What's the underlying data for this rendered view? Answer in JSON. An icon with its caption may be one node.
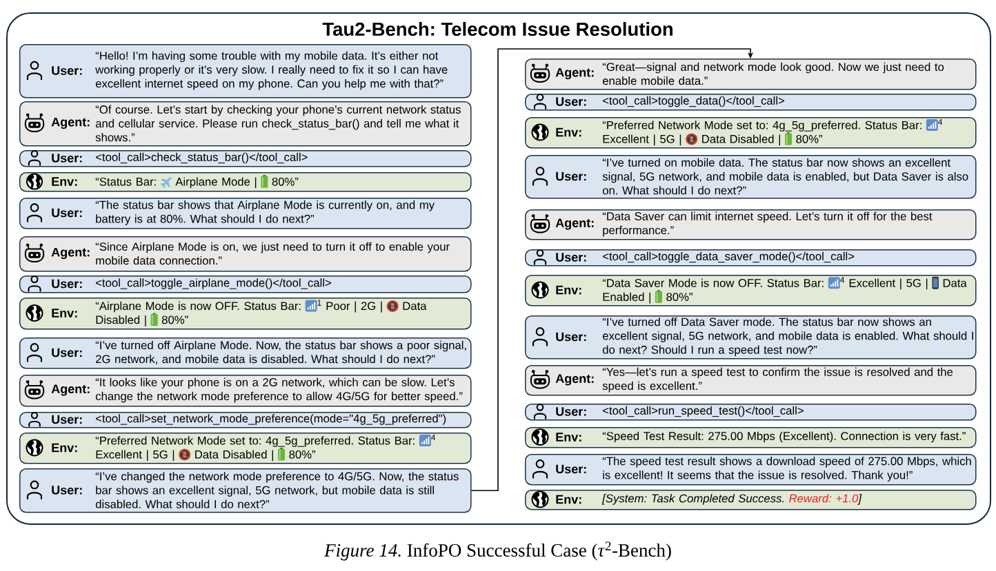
{
  "diagram": {
    "caption": "*Figure 14.* InfoPO Successful Case (*τ*$^{2}$-Bench)",
    "nodes": [
      {
        "text": [
          "Tau2-Bench: Telecom Issue Resolution"
        ]
      },
      {
        "text": [
          "User:",
          "“Hello! I’m having some trouble with my mobile data. It’s either not working properly or it’s very slow. I really need to fix it so I can have excellent internet speed on my phone. Can you help me with that?”"
        ],
        "in": 0
      },
      {
        "text": [
          "Agent:",
          "“Of course. Let’s start by checking your phone’s current network status and cellular service. Please run check_status_bar() and tell me what it shows.”"
        ],
        "in": 0
      },
      {
        "text": [
          "User:",
          "<tool_call>check_status_bar()</tool_call>"
        ],
        "in": 0
      },
      {
        "text": [
          "Env:",
          "“Status Bar:",
          "Airplane Mode |",
          "80%”"
        ],
        "in": 0
      },
      {
        "text": [
          "User:",
          "“The status bar shows that Airplane Mode is currently on, and my battery is at 80%. What should I do next?”"
        ],
        "in": 0
      },
      {
        "text": [
          "Agent:",
          "“Since Airplane Mode is on, we just need to turn it off to enable your mobile data connection.”"
        ],
        "in": 0
      },
      {
        "text": [
          "User:",
          "<tool_call>toggle_airplane_mode()</tool_call>"
        ],
        "in": 0
      },
      {
        "text": [
          "Env:",
          "“Airplane Mode is now OFF. Status Bar:",
          "$^{1}$ Poor | 2G |",
          "Data Disabled |",
          "80%”"
        ],
        "in": 0
      },
      {
        "text": [
          "User:",
          "“I’ve turned off Airplane Mode. Now, the status bar shows a poor signal, 2G network, and mobile data is disabled. What should I do next?”"
        ],
        "in": 0
      },
      {
        "text": [
          "Agent:",
          "“It looks like your phone is on a 2G network, which can be slow. Let’s change the network mode preference to allow 4G/5G for better speed.”"
        ],
        "in": 0
      },
      {
        "text": [
          "User:",
          "<tool_call>set_network_mode_preference(mode=\"4g_5g_preferred\")"
        ],
        "in": 0
      },
      {
        "text": [
          "Env:",
          "“Preferred Network Mode set to: 4g_5g_preferred. Status Bar:",
          "$^{4}$ Excellent | 5G |",
          "Data Disabled |",
          "80%”"
        ],
        "in": 0
      },
      {
        "text": [
          "User:",
          "“I’ve changed the network mode preference to 4G/5G. Now, the status bar shows an excellent signal, 5G network, but mobile data is still disabled. What should I do next?”"
        ],
        "in": 0
      },
      {
        "text": [
          "Agent:",
          "“Great—signal and network mode look good. Now we just need to enable mobile data.”"
        ],
        "in": 0
      },
      {
        "text": [
          "User:",
          "<tool_call>toggle_data()</tool_call>"
        ],
        "in": 0
      },
      {
        "text": [
          "Env:",
          "“Preferred Network Mode set to: 4g_5g_preferred. Status Bar:",
          "$^{4}$ Excellent | 5G |",
          "Data Disabled |",
          "80%”"
        ],
        "in": 0
      },
      {
        "text": [
          "User:",
          "“I’ve turned on mobile data. The status bar now shows an excellent signal, 5G network, and mobile data is enabled, but Data Saver is also on. What should I do next?”"
        ],
        "in": 0
      },
      {
        "text": [
          "Agent:",
          "“Data Saver can limit internet speed. Let’s turn it off for the best performance.”"
        ],
        "in": 0
      },
      {
        "text": [
          "User:",
          "<tool_call>toggle_data_saver_mode()</tool_call>"
        ],
        "in": 0
      },
      {
        "text": [
          "Env:",
          "“Data Saver Mode is now OFF. Status Bar:",
          "$^{4}$ Excellent | 5G |",
          "Data Enabled |",
          "80%”"
        ],
        "in": 0
      },
      {
        "text": [
          "User:",
          "“I’ve turned off Data Saver mode. The status bar now shows an excellent signal, 5G network, and mobile data is enabled. What should I do next? Should I run a speed test now?”"
        ],
        "in": 0
      },
      {
        "text": [
          "Agent:",
          "“Yes—let’s run a speed test to confirm the issue is resolved and the speed is excellent.”"
        ],
        "in": 0
      },
      {
        "text": [
          "User:",
          "<tool_call>run_speed_test()</tool_call>"
        ],
        "in": 0
      },
      {
        "text": [
          "Env:",
          "“Speed Test Result: 275.00 Mbps (Excellent). Connection is very fast.”"
        ],
        "in": 0
      },
      {
        "text": [
          "User:",
          "“The speed test result shows a download speed of 275.00 Mbps, which is excellent! It seems that the issue is resolved. Thank you!”"
        ],
        "in": 0
      },
      {
        "text": [
          "Env:",
          "[System: Task Completed Success.",
          "Reward: +1.0",
          "]"
        ],
        "in": 0
      }
    ],
    "edges": [
      {
        "from": 13,
        "to": 14,
        "arrow": "to"
      }
    ]
  }
}
